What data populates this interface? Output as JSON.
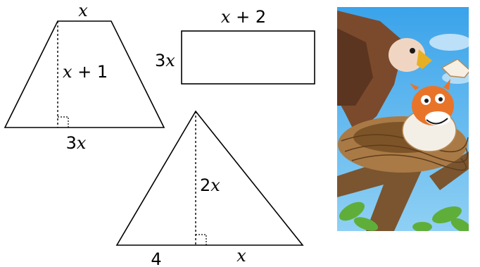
{
  "diagram": {
    "trapezoid": {
      "top_var": "x",
      "height_var": "x",
      "height_rest": " + 1",
      "base_coef": "3",
      "base_var": "x"
    },
    "rectangle": {
      "width_var": "x",
      "width_rest": " + 2",
      "height_coef": "3",
      "height_var": "x"
    },
    "triangle": {
      "height_coef": "2",
      "height_var": "x",
      "base_left": "4",
      "base_right_var": "x"
    },
    "cartoon": {
      "description_icon": "eagle-and-hatchling-in-nest-illustration",
      "sky_color": "#4fb3ef",
      "nest_color": "#a97a45"
    }
  }
}
